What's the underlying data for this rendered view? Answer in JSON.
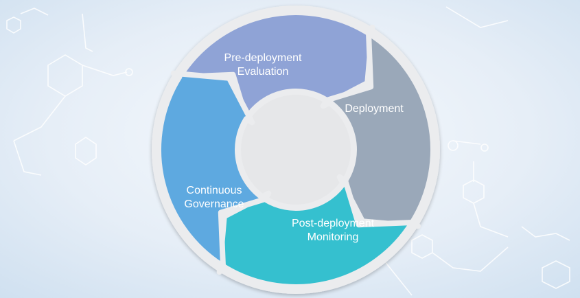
{
  "diagram": {
    "stages": [
      {
        "id": "pre-deployment",
        "lines": [
          "Pre-deployment",
          "Evaluation"
        ],
        "color": "#8fa3d6"
      },
      {
        "id": "deployment",
        "lines": [
          "Deployment"
        ],
        "color": "#9aa8b9"
      },
      {
        "id": "post-deployment",
        "lines": [
          "Post-deployment",
          "Monitoring"
        ],
        "color": "#35c0cf"
      },
      {
        "id": "continuous-governance",
        "lines": [
          "Continuous",
          "Governance"
        ],
        "color": "#5ea9e0"
      }
    ],
    "colors": {
      "background": "#dde9f4",
      "ring": "#ebecee",
      "hub": "#e6e7e9",
      "label": "#ffffff"
    }
  }
}
